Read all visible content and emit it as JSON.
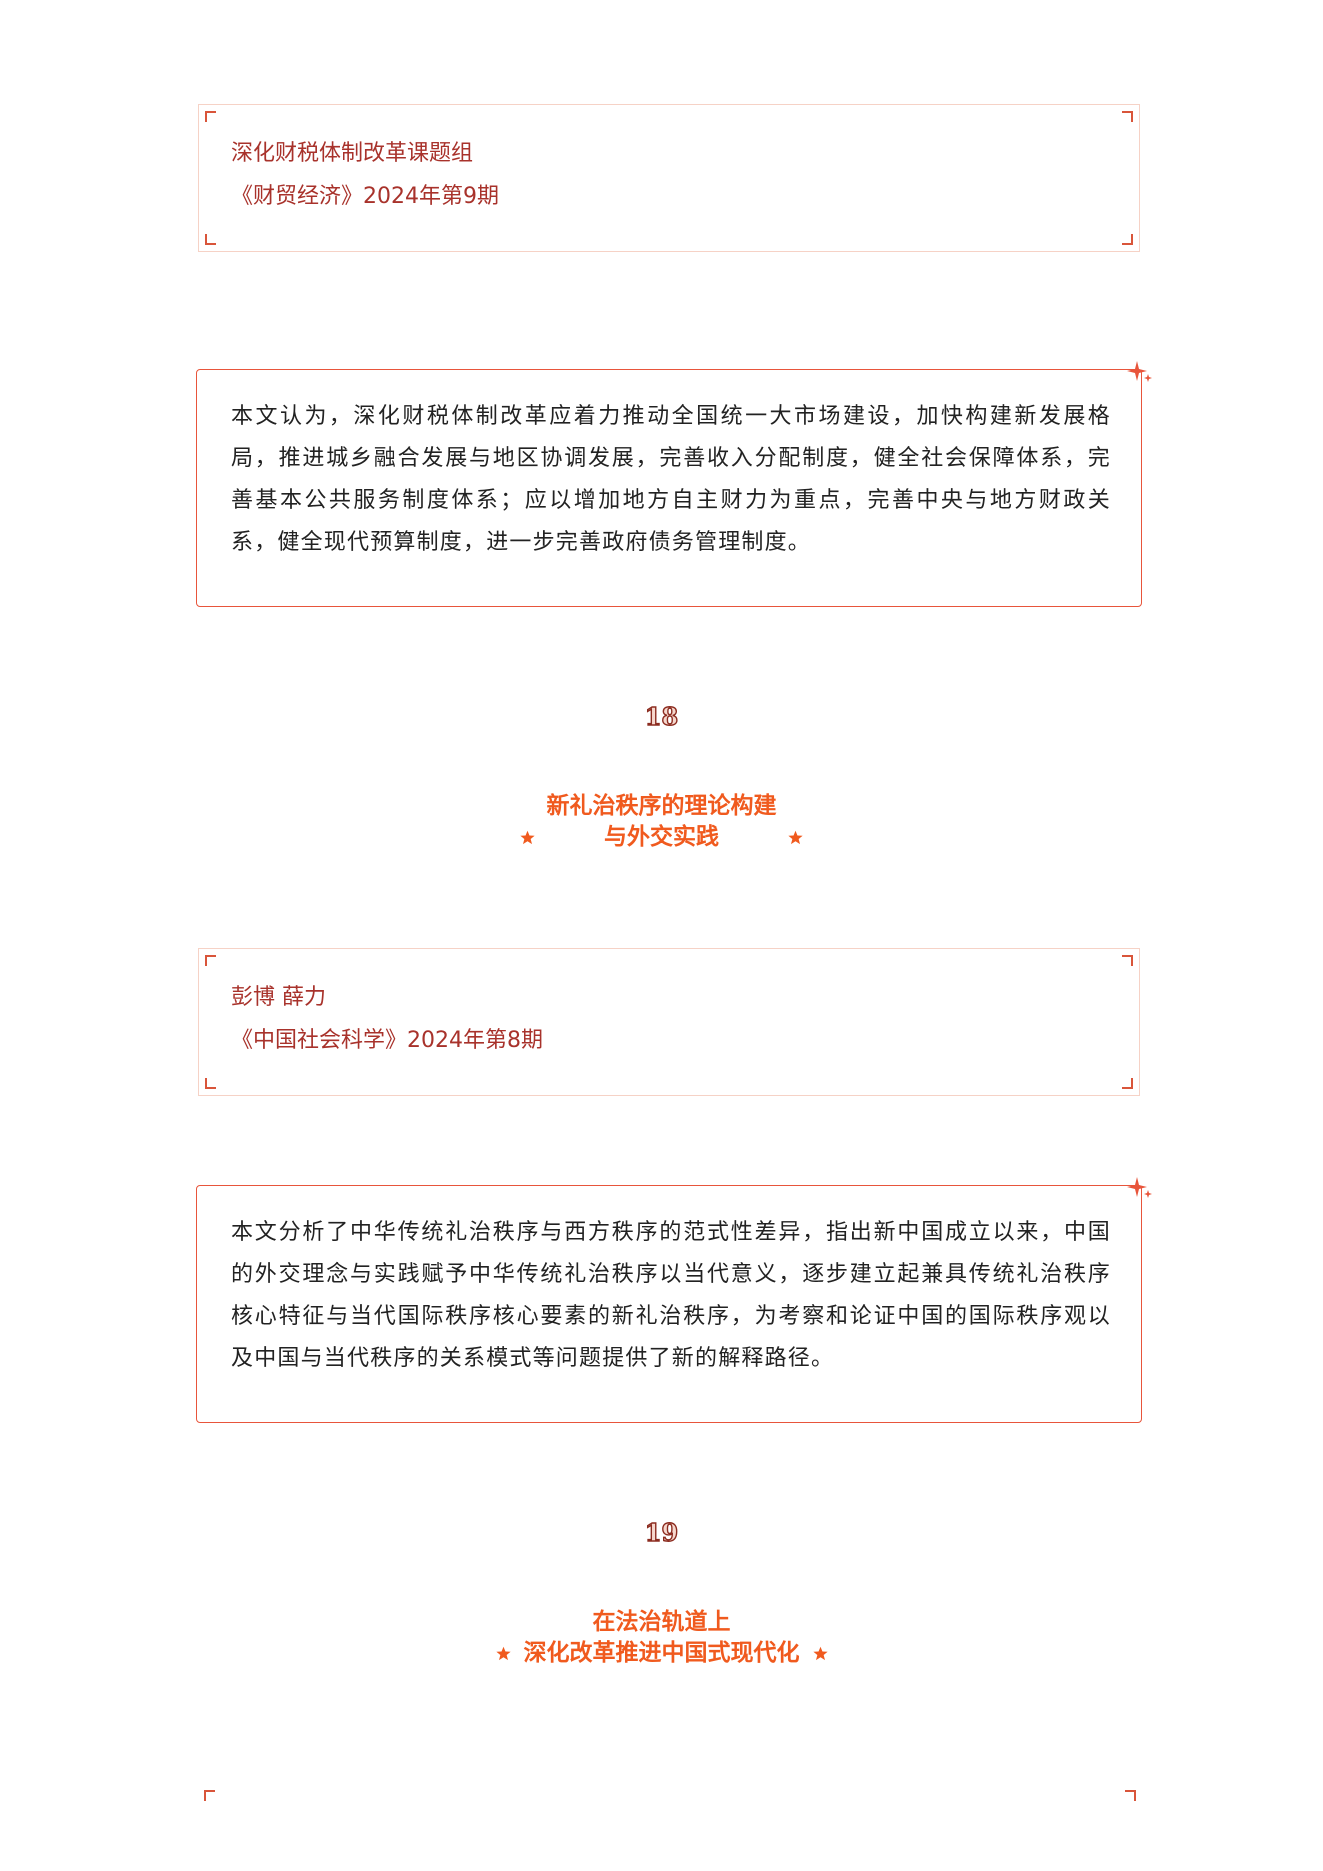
{
  "section17": {
    "author": "深化财税体制改革课题组",
    "source": "《财贸经济》2024年第9期",
    "abstract": "本文认为，深化财税体制改革应着力推动全国统一大市场建设，加快构建新发展格局，推进城乡融合发展与地区协调发展，完善收入分配制度，健全社会保障体系，完善基本公共服务制度体系；应以增加地方自主财力为重点，完善中央与地方财政关系，健全现代预算制度，进一步完善政府债务管理制度。"
  },
  "section18": {
    "number": "18",
    "title_line1": "新礼治秩序的理论构建",
    "title_line2": "与外交实践",
    "author": "彭博 薛力",
    "source": "《中国社会科学》2024年第8期",
    "abstract": "本文分析了中华传统礼治秩序与西方秩序的范式性差异，指出新中国成立以来，中国的外交理念与实践赋予中华传统礼治秩序以当代意义，逐步建立起兼具传统礼治秩序核心特征与当代国际秩序核心要素的新礼治秩序，为考察和论证中国的国际秩序观以及中国与当代秩序的关系模式等问题提供了新的解释路径。"
  },
  "section19": {
    "number": "19",
    "title_line1": "在法治轨道上",
    "title_line2": "深化改革推进中国式现代化"
  },
  "colors": {
    "accent": "#f05a1e",
    "author_text": "#a8322b",
    "box_border": "#e8553b",
    "light_border": "#f6d2c6"
  },
  "icons": [
    "corner-bracket-icon",
    "sparkle-icon",
    "star-icon"
  ]
}
